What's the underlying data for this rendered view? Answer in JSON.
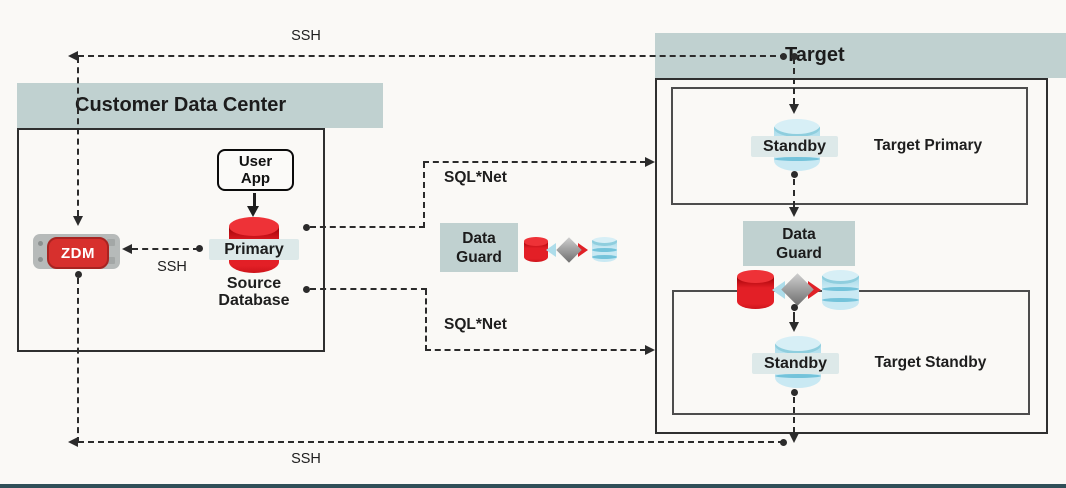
{
  "labels": {
    "ssh_top": "SSH",
    "ssh_zdm": "SSH",
    "ssh_bottom": "SSH",
    "sqlnet_upper": "SQL*Net",
    "sqlnet_lower": "SQL*Net"
  },
  "customer": {
    "title": "Customer Data Center",
    "zdm_label": "ZDM",
    "user_app": "User\nApp",
    "primary_label": "Primary",
    "source_db": "Source\nDatabase"
  },
  "replication": {
    "data_guard_mid": "Data\nGuard"
  },
  "target": {
    "title": "Target",
    "data_guard": "Data\nGuard",
    "primary_box_label": "Target Primary",
    "standby_box_label": "Target Standby",
    "standby_label_1": "Standby",
    "standby_label_2": "Standby"
  },
  "colors": {
    "header_bg": "#c0d1d0",
    "tag_bg": "#dde9e9",
    "accent_red": "#e02127",
    "db_light_blue": "#c9e9f3",
    "line": "#2b2b2b",
    "footer_bar": "#2f4f58"
  }
}
